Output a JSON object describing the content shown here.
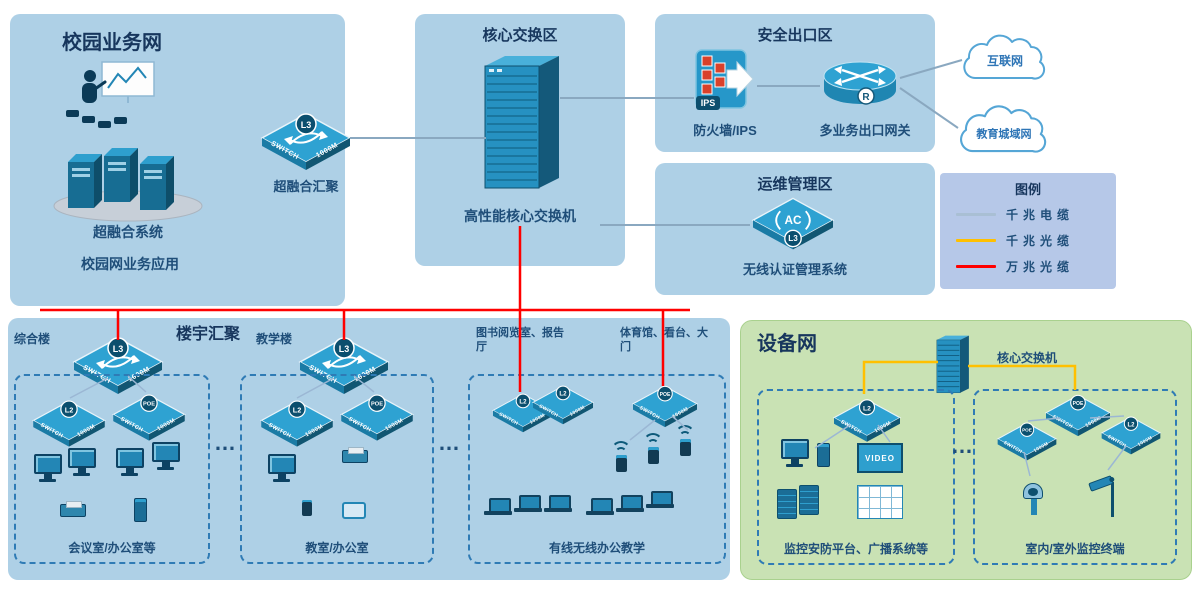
{
  "colors": {
    "panel_blue": "#aed0e6",
    "panel_green": "#c9e2b4",
    "legend_bg": "#b6c8e8",
    "title": "#17365d"
  },
  "campus": {
    "title": "校园业务网",
    "hci_label": "超融合系统",
    "app_label": "校园网业务应用",
    "agg_label": "超融合汇聚"
  },
  "core": {
    "title": "核心交换区",
    "label": "高性能核心交换机"
  },
  "security": {
    "title": "安全出口区",
    "firewall_label": "防火墙/IPS",
    "gateway_label": "多业务出口网关"
  },
  "clouds": {
    "internet": "互联网",
    "edu": "教育城域网"
  },
  "ops": {
    "title": "运维管理区",
    "label": "无线认证管理系统"
  },
  "legend": {
    "title": "图例",
    "items": [
      {
        "label": "千兆电缆",
        "color": "#a9bfd4"
      },
      {
        "label": "千兆光缆",
        "color": "#ffc000"
      },
      {
        "label": "万兆光缆",
        "color": "#ff0000"
      }
    ]
  },
  "building": {
    "title": "楼宇汇聚",
    "ellipsis": "…",
    "groups": [
      {
        "name": "综合楼",
        "caption": "会议室/办公室等"
      },
      {
        "name": "教学楼",
        "caption": "教室/办公室"
      },
      {
        "name": "图书阅览室、报告厅",
        "name2": "体育馆、看台、大门",
        "caption": "有线无线办公教学"
      }
    ]
  },
  "device_net": {
    "title": "设备网",
    "core_label": "核心交换机",
    "left_caption": "监控安防平台、广播系统等",
    "right_caption": "室内/室外监控终端",
    "ellipsis": "…"
  },
  "badges": {
    "switch": "SWITCH",
    "speed": "1000M",
    "l3": "L3",
    "l2": "L2",
    "poe": "POE",
    "ac": "AC",
    "r": "R",
    "ips": "IPS",
    "video": "VIDEO"
  }
}
